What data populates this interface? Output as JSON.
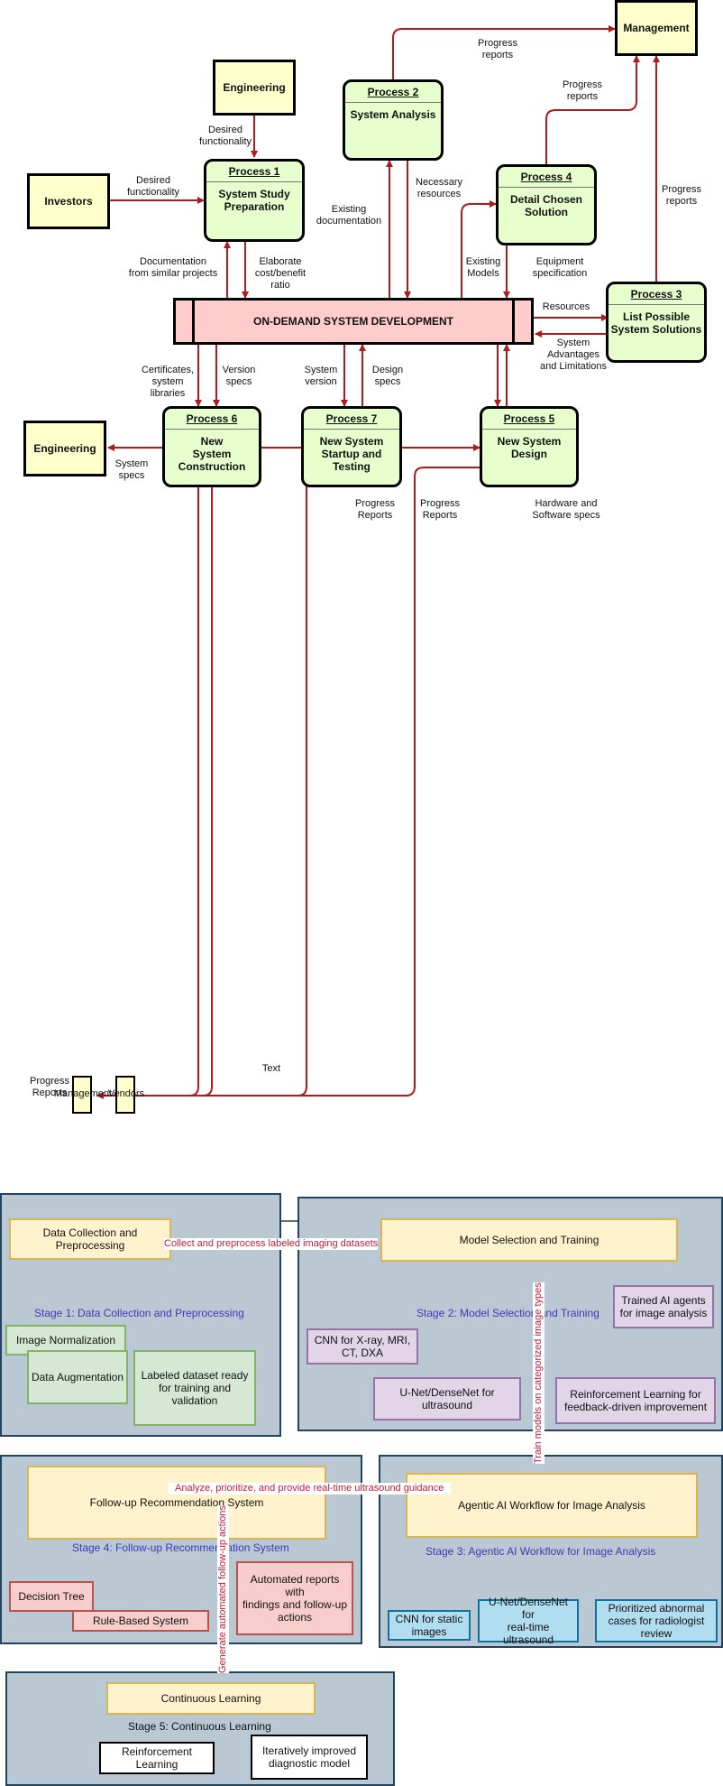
{
  "dfd": {
    "core": "ON-DEMAND SYSTEM DEVELOPMENT",
    "processes": {
      "p1": {
        "head": "Process 1",
        "sub": "System Study\nPreparation"
      },
      "p2": {
        "head": "Process 2",
        "sub": "System Analysis"
      },
      "p3": {
        "head": "Process 3",
        "sub": "List Possible\nSystem Solutions"
      },
      "p4": {
        "head": "Process 4",
        "sub": "Detail Chosen\nSolution"
      },
      "p5": {
        "head": "Process 5",
        "sub": "New System\nDesign"
      },
      "p6": {
        "head": "Process 6",
        "sub": "New\nSystem\nConstruction"
      },
      "p7": {
        "head": "Process 7",
        "sub": "New System\nStartup and\nTesting"
      }
    },
    "entities": {
      "engineering_top": "Engineering",
      "investors": "Investors",
      "management": "Management",
      "engineering_left": "Engineering",
      "management_small": "Management",
      "vendors_small": "Vendors"
    },
    "labels": {
      "desired_func_1": "Desired\nfunctionality",
      "desired_func_2": "Desired\nfunctionality",
      "progress_reports_1": "Progress\nreports",
      "progress_reports_2": "Progress\nreports",
      "progress_reports_3": "Progress\nreports",
      "existing_doc": "Existing\ndocumentation",
      "necessary_resources": "Necessary\nresources",
      "documentation_similar": "Documentation\nfrom similar projects",
      "elaborate_cost": "Elaborate\ncost/benefit\nratio",
      "existing_models": "Existing\nModels",
      "equipment_spec": "Equipment\nspecification",
      "resources": "Resources",
      "system_advantages": "System\nAdvantages\nand Limitations",
      "certificates": "Certificates,\nsystem\nlibraries",
      "version_specs": "Version\nspecs",
      "system_version": "System\nversion",
      "design_specs": "Design\nspecs",
      "system_specs": "System\nspecs",
      "progress_reports_p7": "Progress\nReports",
      "progress_reports_p5": "Progress\nReports",
      "hardware_software": "Hardware and\nSoftware specs",
      "text": "Text",
      "progress_reports_bottom": "Progress\nReports"
    }
  },
  "pipeline": {
    "stages": {
      "s1": "Stage 1: Data Collection and Preprocessing",
      "s2": "Stage 2: Model Selection and Training",
      "s3": "Stage 3: Agentic AI Workflow for Image Analysis",
      "s4": "Stage 4: Follow-up Recommendation System",
      "s5": "Stage 5: Continuous Learning"
    },
    "nodes": {
      "data_collection": "Data Collection and\nPreprocessing",
      "image_norm": "Image Normalization",
      "data_aug": "Data Augmentation",
      "labeled_dataset": "Labeled dataset ready\nfor training and\nvalidation",
      "model_selection": "Model Selection and Training",
      "cnn_xray": "CNN for X-ray, MRI,\nCT, DXA",
      "unet_ultrasound": "U-Net/DenseNet for\nultrasound",
      "trained_agents": "Trained AI agents\nfor image analysis",
      "rl_feedback": "Reinforcement Learning for\nfeedback-driven improvement",
      "agentic_workflow": "Agentic AI Workflow for Image Analysis",
      "cnn_static": "CNN for static\nimages",
      "unet_realtime": "U-Net/DenseNet for\nreal-time ultrasound",
      "prioritized": "Prioritized abnormal\ncases for radiologist\nreview",
      "followup_system": "Follow-up Recommendation System",
      "decision_tree": "Decision Tree",
      "rule_based": "Rule-Based System",
      "automated_reports": "Automated reports with\nfindings and follow-up\nactions",
      "continuous_learning": "Continuous Learning",
      "rl": "Reinforcement\nLearning",
      "improved_model": "Iteratively improved\ndiagnostic model"
    },
    "edge_labels": {
      "collect": "Collect and preprocess labeled imaging datasets",
      "train": "Train models on categorized image types",
      "analyze": "Analyze, prioritize, and provide real-time ultrasound guidance",
      "generate": "Generate automated follow-up actions"
    }
  },
  "colors": {
    "dfd_arrow": "#b31b1b",
    "pipeline_arrow": "#23445d",
    "edge_label": "#c0203a"
  }
}
